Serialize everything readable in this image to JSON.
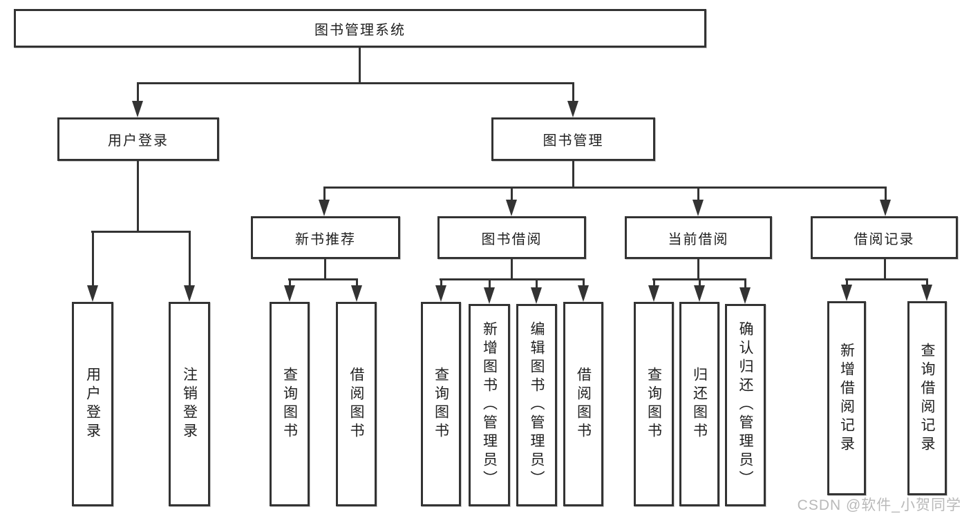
{
  "title": "图书管理系统",
  "branches": {
    "user_login": {
      "label": "用户登录",
      "children": {
        "login": "用户登录",
        "logout": "注销登录"
      }
    },
    "book_management": {
      "label": "图书管理",
      "children": {
        "new_book_recommendation": {
          "label": "新书推荐",
          "children": {
            "query_books": "查询图书",
            "borrow_books": "借阅图书"
          }
        },
        "book_borrowing": {
          "label": "图书借阅",
          "children": {
            "query_books": "查询图书",
            "add_books": "新增图书（管理员）",
            "edit_books": "编辑图书（管理员）",
            "borrow_books": "借阅图书"
          }
        },
        "current_borrowing": {
          "label": "当前借阅",
          "children": {
            "query_books": "查询图书",
            "return_books": "归还图书",
            "confirm_return": "确认归还（管理员）"
          }
        },
        "borrowing_records": {
          "label": "借阅记录",
          "children": {
            "add_record": "新增借阅记录",
            "query_record": "查询借阅记录"
          }
        }
      }
    }
  },
  "watermark": "CSDN @软件_小贺同学",
  "colors": {
    "line": "#333333",
    "text": "#1f1f1f",
    "watermark": "#b9b9b9",
    "background": "#ffffff"
  }
}
